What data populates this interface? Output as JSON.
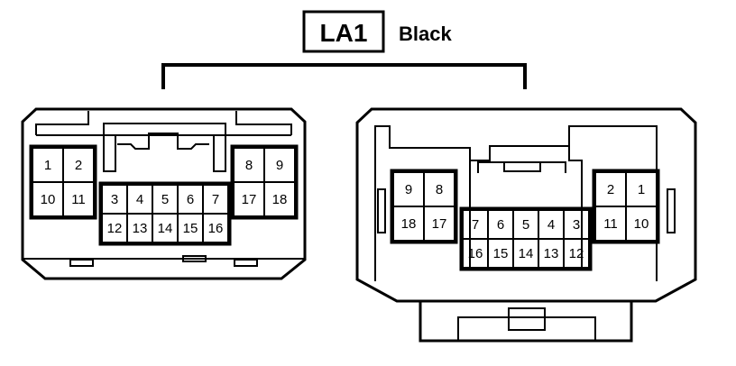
{
  "connector": {
    "code": "LA1",
    "color": "Black"
  },
  "left_connector": {
    "pins": [
      "1",
      "2",
      "10",
      "11",
      "3",
      "4",
      "5",
      "6",
      "7",
      "12",
      "13",
      "14",
      "15",
      "16",
      "8",
      "9",
      "17",
      "18"
    ]
  },
  "right_connector": {
    "pins": [
      "9",
      "8",
      "18",
      "17",
      "7",
      "6",
      "5",
      "4",
      "3",
      "16",
      "15",
      "14",
      "13",
      "12",
      "2",
      "1",
      "11",
      "10"
    ]
  },
  "colors": {
    "line": "#000000",
    "background": "#ffffff"
  }
}
